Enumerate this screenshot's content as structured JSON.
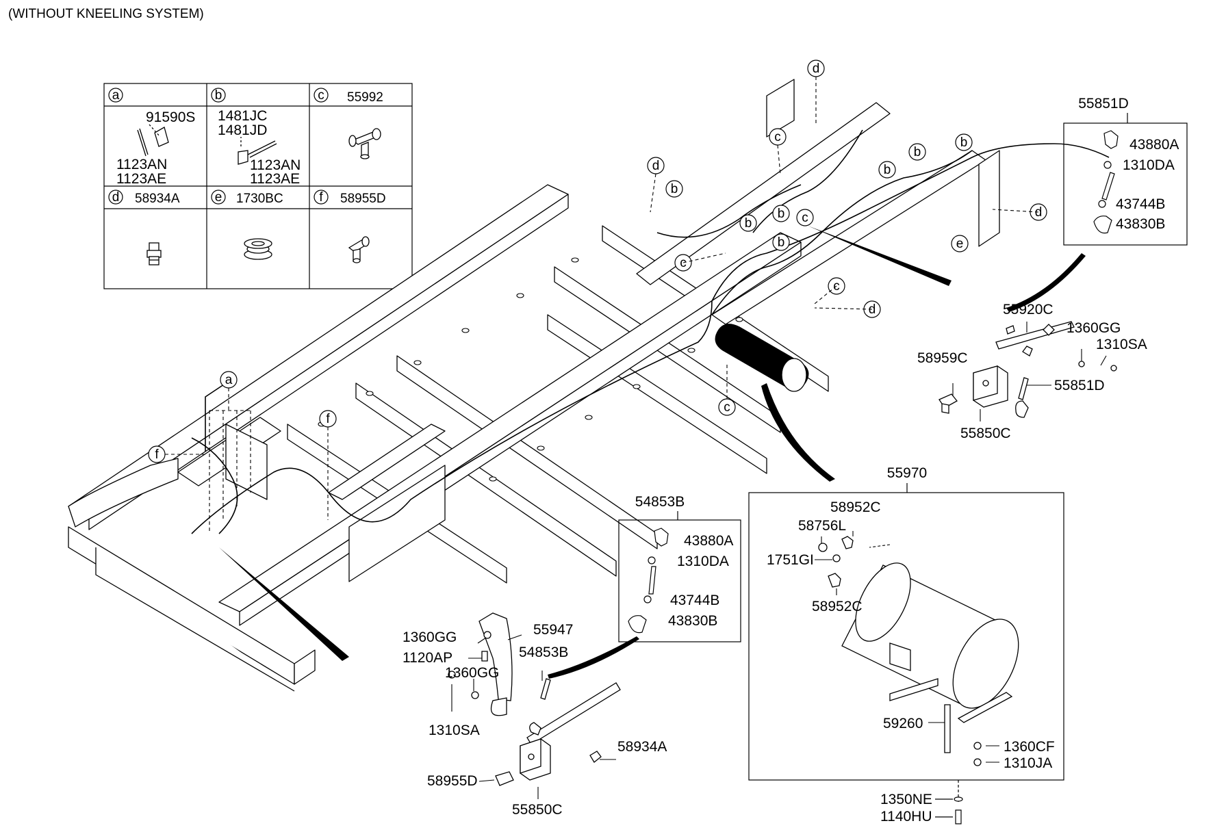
{
  "title": "(WITHOUT KNEELING SYSTEM)",
  "legend_table": {
    "cells": [
      {
        "letter": "a",
        "code": "",
        "parts": [
          "91590S",
          "1123AN",
          "1123AE"
        ]
      },
      {
        "letter": "b",
        "code": "",
        "parts": [
          "1481JC",
          "1481JD",
          "1123AN",
          "1123AE"
        ]
      },
      {
        "letter": "c",
        "code": "55992",
        "parts": []
      },
      {
        "letter": "d",
        "code": "58934A",
        "parts": []
      },
      {
        "letter": "e",
        "code": "1730BC",
        "parts": []
      },
      {
        "letter": "f",
        "code": "58955D",
        "parts": []
      }
    ]
  },
  "callout_letters": [
    "a",
    "b",
    "c",
    "d",
    "e",
    "f"
  ],
  "box_55851D": {
    "title": "55851D",
    "parts": [
      "43880A",
      "1310DA",
      "43744B",
      "43830B"
    ]
  },
  "box_54853B": {
    "title": "54853B",
    "parts": [
      "43880A",
      "1310DA",
      "43744B",
      "43830B"
    ]
  },
  "box_55970": {
    "title": "55970",
    "parts": [
      "58952C",
      "58756L",
      "1751GI",
      "58952C",
      "59260",
      "1360CF",
      "1310JA"
    ]
  },
  "rear_valve": {
    "parts": [
      "55920C",
      "1360GG",
      "1310SA",
      "58959C",
      "55851D",
      "55850C"
    ]
  },
  "front_valve": {
    "parts": [
      "1360GG",
      "55947",
      "1120AP",
      "54853B",
      "1360GG",
      "1310SA",
      "58934A",
      "58955D",
      "55850C"
    ]
  },
  "tank_mount": {
    "parts": [
      "1350NE",
      "1140HU"
    ]
  }
}
